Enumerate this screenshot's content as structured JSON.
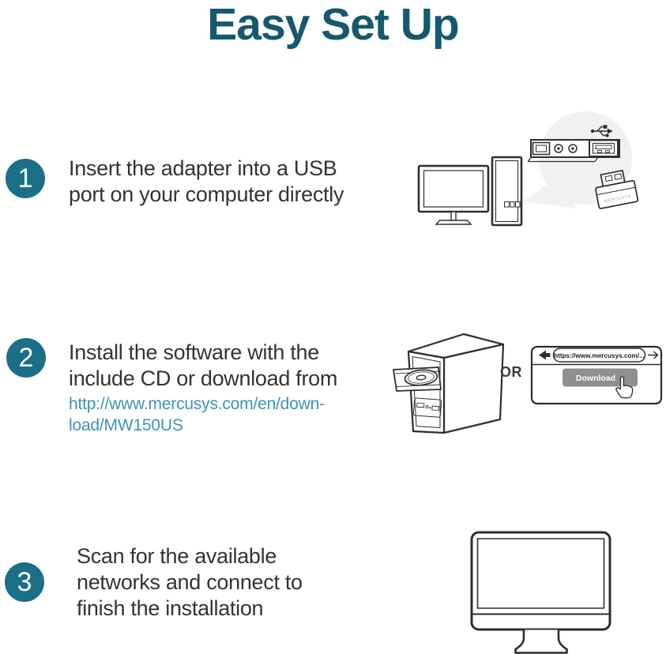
{
  "title": "Easy Set Up",
  "steps": [
    {
      "number": "1",
      "text": "Insert the adapter into a USB\nport on your computer directly"
    },
    {
      "number": "2",
      "text": "Install the software with the\ninclude CD or download from",
      "link": "http://www.mercusys.com/en/down-\nload/MW150US"
    },
    {
      "number": "3",
      "text": "Scan for the available\nnetworks and connect to\nfinish the installation"
    }
  ],
  "illustration": {
    "or_label": "OR",
    "browser_url": "https://www.mercusys.com/...",
    "download_label": "Download",
    "adapter_label": "MERCUSYS"
  },
  "colors": {
    "title": "#15596d",
    "step_badge": "#1b6f88",
    "link": "#3d92b4",
    "body_text": "#333333",
    "line_art": "#2e2e2e",
    "zoom_circle_fill": "#f1f1f1",
    "download_button": "#8f8f8f"
  }
}
